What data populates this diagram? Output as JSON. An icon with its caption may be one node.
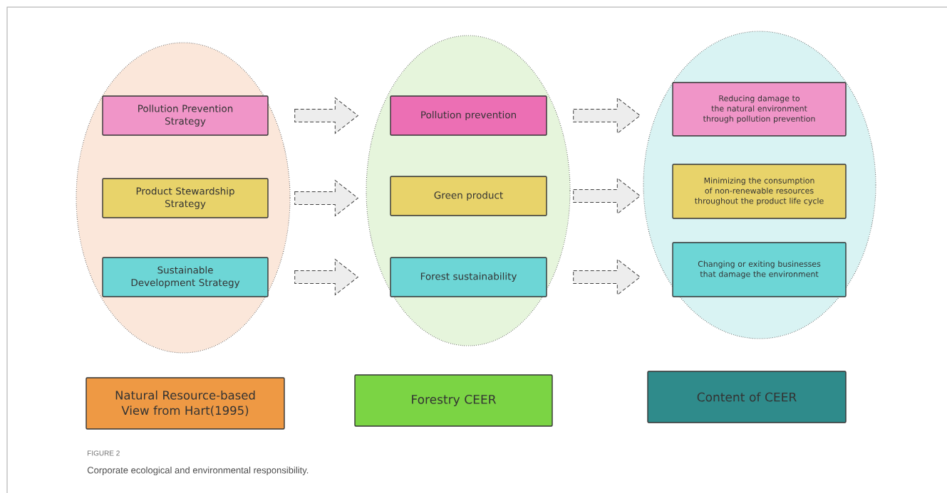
{
  "diagram": {
    "caption": "Corporate ecological and environmental responsibility.",
    "nodes": [
      {
        "text": [],
        "shape": "ellipse"
      },
      {
        "text": [
          "Pollution Prevention Strategy"
        ],
        "in": 0
      },
      {
        "text": [
          "Product Stewardship Strategy"
        ],
        "in": 0
      },
      {
        "text": [
          "Sustainable Development Strategy"
        ],
        "in": 0
      },
      {
        "text": [],
        "shape": "ellipse"
      },
      {
        "text": [
          "Pollution prevention"
        ],
        "in": 4
      },
      {
        "text": [
          "Green product"
        ],
        "in": 4
      },
      {
        "text": [
          "Forest sustainability"
        ],
        "in": 4
      },
      {
        "text": [],
        "shape": "ellipse"
      },
      {
        "text": [
          "Reducing damage to the natural environment through pollution prevention"
        ],
        "in": 8
      },
      {
        "text": [
          "Minimizing the consumption of non-renewable resources throughout the product life cycle"
        ],
        "in": 8
      },
      {
        "text": [
          "Changing or exiting businesses that damage the environment"
        ],
        "in": 8
      },
      {
        "text": [
          "Natural Resource-based View from Hart(1995)"
        ]
      },
      {
        "text": [
          "Forestry CEER"
        ]
      },
      {
        "text": [
          "Content of CEER"
        ]
      }
    ],
    "edges": [
      {
        "from": 1,
        "to": 5,
        "arrow": "to"
      },
      {
        "from": 2,
        "to": 6,
        "arrow": "to"
      },
      {
        "from": 3,
        "to": 7,
        "arrow": "to"
      },
      {
        "from": 5,
        "to": 9,
        "arrow": "to"
      },
      {
        "from": 6,
        "to": 10,
        "arrow": "to"
      },
      {
        "from": 7,
        "to": 11,
        "arrow": "to"
      }
    ],
    "labels": [
      "FIGURE 2"
    ]
  }
}
